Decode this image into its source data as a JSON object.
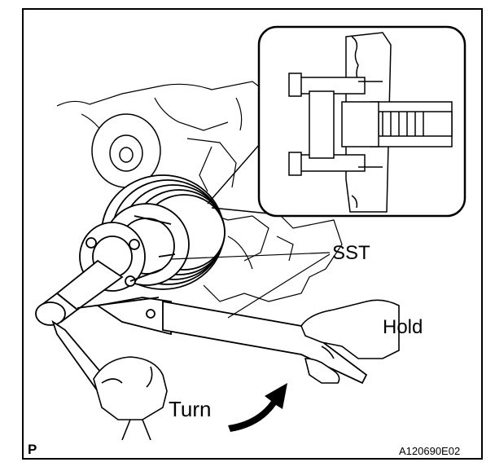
{
  "labels": {
    "sst": "SST",
    "hold": "Hold",
    "turn": "Turn",
    "corner": "P",
    "figure_code": "A120690E02"
  },
  "colors": {
    "line": "#000000",
    "paper": "#ffffff"
  }
}
